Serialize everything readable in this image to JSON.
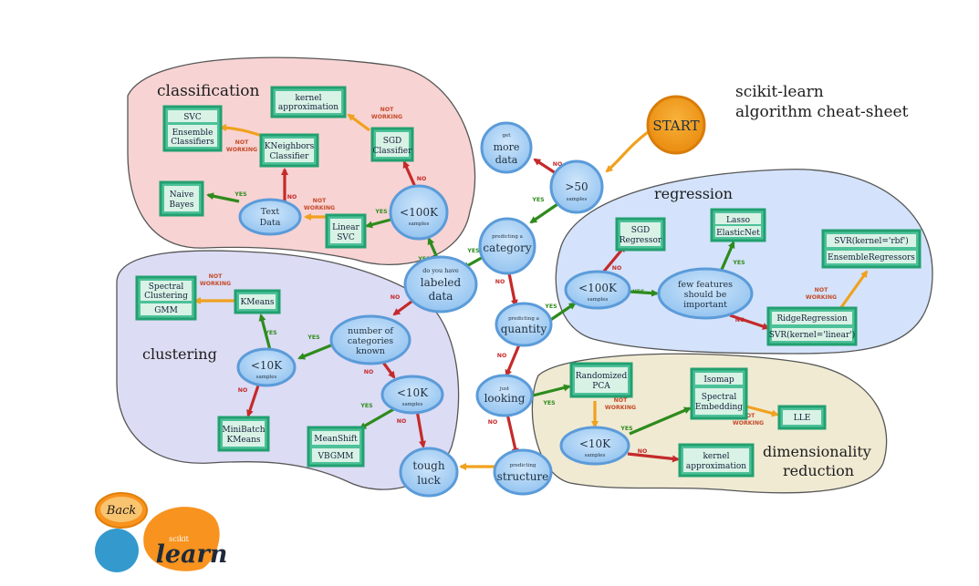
{
  "title": {
    "line1": "scikit-learn",
    "line2": "algorithm cheat-sheet"
  },
  "start": "START",
  "regions": {
    "classification": "classification",
    "clustering": "clustering",
    "regression": "regression",
    "dimensionality_line1": "dimensionality",
    "dimensionality_line2": "reduction"
  },
  "decisions": {
    "get_more_data": [
      "get",
      "more",
      "data"
    ],
    "over_50": [
      ">50",
      "samples"
    ],
    "predicting_category": [
      "predicting a",
      "category"
    ],
    "labeled_data": [
      "do you have",
      "labeled",
      "data"
    ],
    "predicting_quantity": [
      "predicting a",
      "quantity"
    ],
    "just_looking": [
      "just",
      "looking"
    ],
    "predicting_structure": [
      "predicting",
      "structure"
    ],
    "tough_luck": [
      "tough",
      "luck"
    ],
    "cls_lt100k": [
      "<100K",
      "samples"
    ],
    "text_data": [
      "Text",
      "Data"
    ],
    "num_categories_known": [
      "number of",
      "categories",
      "known"
    ],
    "clu_lt10k_left": [
      "<10K",
      "samples"
    ],
    "clu_lt10k_right": [
      "<10K",
      "samples"
    ],
    "reg_lt100k": [
      "<100K",
      "samples"
    ],
    "few_features": [
      "few features",
      "should be",
      "important"
    ],
    "dim_lt10k": [
      "<10K",
      "samples"
    ]
  },
  "estimators": {
    "svc": [
      "SVC",
      "Ensemble",
      "Classifiers"
    ],
    "kernel_approx_cls": [
      "kernel",
      "approximation"
    ],
    "kneighbors": [
      "KNeighbors",
      "Classifier"
    ],
    "sgd_classifier": [
      "SGD",
      "Classifier"
    ],
    "naive_bayes": [
      "Naive",
      "Bayes"
    ],
    "linear_svc": [
      "Linear",
      "SVC"
    ],
    "spectral_clustering": [
      "Spectral",
      "Clustering",
      "GMM"
    ],
    "kmeans": "KMeans",
    "minibatch_kmeans": [
      "MiniBatch",
      "KMeans"
    ],
    "meanshift": [
      "MeanShift",
      "VBGMM"
    ],
    "sgd_regressor": [
      "SGD",
      "Regressor"
    ],
    "lasso": [
      "Lasso",
      "ElasticNet"
    ],
    "svr_rbf": [
      "SVR(kernel='rbf')",
      "EnsembleRegressors"
    ],
    "ridge": [
      "RidgeRegression",
      "SVR(kernel='linear')"
    ],
    "randomized_pca": [
      "Randomized",
      "PCA"
    ],
    "isomap": [
      "Isomap",
      "Spectral",
      "Embedding"
    ],
    "lle": "LLE",
    "kernel_approx_dim": [
      "kernel",
      "approximation"
    ]
  },
  "edge_labels": {
    "yes": "YES",
    "no": "NO",
    "not_working": [
      "NOT",
      "WORKING"
    ]
  },
  "logo": {
    "back": "Back",
    "brand_small": "scikit",
    "brand_big": "learn"
  },
  "colors": {
    "classification_bg": "#f8d3d3",
    "clustering_bg": "#dcdcf4",
    "regression_bg": "#d4e3fb",
    "dimensionality_bg": "#f0ead3",
    "decision_fill": "#a6cff5",
    "decision_stroke": "#5b9bd9",
    "estimator_fill": "#4dc199",
    "estimator_stroke": "#22a070",
    "yes_arrow": "#2e8b1c",
    "no_arrow": "#c42a2a",
    "not_working_arrow": "#f0a11e",
    "start_fill": "#f39c12",
    "logo_orange": "#f7931e",
    "logo_blue": "#3499cd"
  }
}
